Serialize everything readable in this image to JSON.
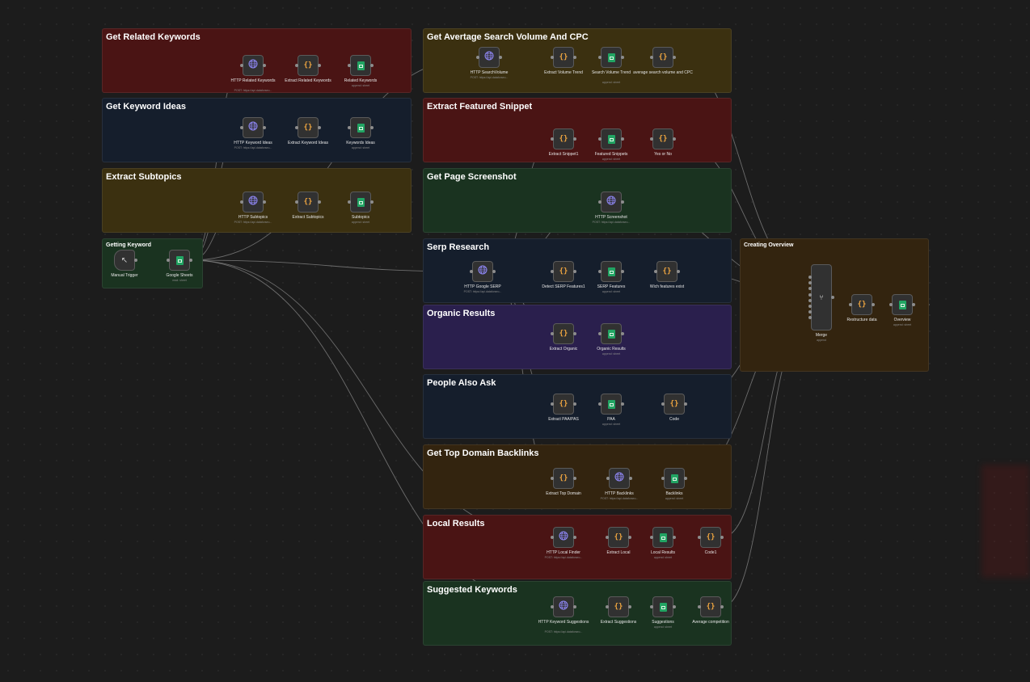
{
  "stickies": [
    {
      "id": "related",
      "title": "Get Related Keywords",
      "color": "#4a1414"
    },
    {
      "id": "ideas",
      "title": "Get Keyword Ideas",
      "color": "#151e2c"
    },
    {
      "id": "subtopics",
      "title": "Extract Subtopics",
      "color": "#3b3010"
    },
    {
      "id": "getting",
      "title": "Getting Keyword",
      "color": "#1a3320"
    },
    {
      "id": "volume",
      "title": "Get Avertage Search Volume And CPC",
      "color": "#3b3010"
    },
    {
      "id": "snippet",
      "title": "Extract Featured Snippet",
      "color": "#4a1414"
    },
    {
      "id": "screenshot",
      "title": "Get Page Screenshot",
      "color": "#1a3320"
    },
    {
      "id": "serp",
      "title": "Serp Research",
      "color": "#151e2c"
    },
    {
      "id": "organic",
      "title": "Organic Results",
      "color": "#2a1f4d"
    },
    {
      "id": "paa",
      "title": "People Also Ask",
      "color": "#151e2c"
    },
    {
      "id": "backlinks",
      "title": "Get Top Domain Backlinks",
      "color": "#33240f"
    },
    {
      "id": "local",
      "title": "Local Results",
      "color": "#4a1414"
    },
    {
      "id": "suggested",
      "title": "Suggested Keywords",
      "color": "#1a3320"
    },
    {
      "id": "overview",
      "title": "Creating Overview",
      "color": "#33240f"
    }
  ],
  "nodes": [
    {
      "id": "related_http",
      "icon": "globe-icon",
      "label": "HTTP Related Keywords",
      "sub": "POST: https://api.dataforseo..."
    },
    {
      "id": "related_extract",
      "icon": "code-icon",
      "label": "Extract Related Keywords",
      "sub": ""
    },
    {
      "id": "related_sheet",
      "icon": "sheet-icon",
      "label": "Related Keywords",
      "sub": "append: sheet"
    },
    {
      "id": "ideas_http",
      "icon": "globe-icon",
      "label": "HTTP Keyword Ideas",
      "sub": "POST: https://api.dataforseo..."
    },
    {
      "id": "ideas_extract",
      "icon": "code-icon",
      "label": "Extract Keyword Ideas",
      "sub": ""
    },
    {
      "id": "ideas_sheet",
      "icon": "sheet-icon",
      "label": "Keywords Ideas",
      "sub": "append: sheet"
    },
    {
      "id": "sub_http",
      "icon": "globe-icon",
      "label": "HTTP Subtopics",
      "sub": "POST: https://api.dataforseo..."
    },
    {
      "id": "sub_extract",
      "icon": "code-icon",
      "label": "Extract Subtopics",
      "sub": ""
    },
    {
      "id": "sub_sheet",
      "icon": "sheet-icon",
      "label": "Subtopics",
      "sub": "append: sheet"
    },
    {
      "id": "trigger",
      "icon": "cursor-icon",
      "label": "Manual Trigger",
      "sub": ""
    },
    {
      "id": "gsheets",
      "icon": "sheet-icon",
      "label": "Google Sheets",
      "sub": "read: sheet"
    },
    {
      "id": "vol_http",
      "icon": "globe-icon",
      "label": "HTTP SearchVolume",
      "sub": "POST: https://api.dataforseo..."
    },
    {
      "id": "vol_extract",
      "icon": "code-icon",
      "label": "Extract Volume Trend",
      "sub": ""
    },
    {
      "id": "vol_sheet",
      "icon": "sheet-icon",
      "label": "Search Volume Trend",
      "sub": "append: sheet"
    },
    {
      "id": "vol_avg",
      "icon": "code-icon",
      "label": "average search volume and CPC",
      "sub": ""
    },
    {
      "id": "snip_extract",
      "icon": "code-icon",
      "label": "Extract Snippet1",
      "sub": ""
    },
    {
      "id": "snip_sheet",
      "icon": "sheet-icon",
      "label": "Featured Snippets",
      "sub": "append: sheet"
    },
    {
      "id": "snip_yes",
      "icon": "code-icon",
      "label": "Yes or No",
      "sub": ""
    },
    {
      "id": "shot_http",
      "icon": "globe-icon",
      "label": "HTTP Screenshot",
      "sub": "POST: https://api.dataforseo..."
    },
    {
      "id": "serp_http",
      "icon": "globe-icon",
      "label": "HTTP Google SERP",
      "sub": "POST: https://api.dataforseo..."
    },
    {
      "id": "serp_detect",
      "icon": "code-icon",
      "label": "Detect SERP Features1",
      "sub": ""
    },
    {
      "id": "serp_sheet",
      "icon": "sheet-icon",
      "label": "SERP Features",
      "sub": "append: sheet"
    },
    {
      "id": "serp_wich",
      "icon": "code-icon",
      "label": "Wich features exist",
      "sub": ""
    },
    {
      "id": "org_extract",
      "icon": "code-icon",
      "label": "Extract Organic",
      "sub": ""
    },
    {
      "id": "org_sheet",
      "icon": "sheet-icon",
      "label": "Organic Results",
      "sub": "append: sheet"
    },
    {
      "id": "paa_extract",
      "icon": "code-icon",
      "label": "Extract PAA/PAS",
      "sub": ""
    },
    {
      "id": "paa_sheet",
      "icon": "sheet-icon",
      "label": "PAA",
      "sub": "append: sheet"
    },
    {
      "id": "paa_code",
      "icon": "code-icon",
      "label": "Code",
      "sub": ""
    },
    {
      "id": "bl_extract",
      "icon": "code-icon",
      "label": "Extract Top Domain",
      "sub": ""
    },
    {
      "id": "bl_http",
      "icon": "globe-icon",
      "label": "HTTP Backlinks",
      "sub": "POST: https://api.dataforseo..."
    },
    {
      "id": "bl_sheet",
      "icon": "sheet-icon",
      "label": "Backlinks",
      "sub": "append: sheet"
    },
    {
      "id": "loc_http",
      "icon": "globe-icon",
      "label": "HTTP Local Finder",
      "sub": "POST: https://api.dataforseo..."
    },
    {
      "id": "loc_extract",
      "icon": "code-icon",
      "label": "Extract Local",
      "sub": ""
    },
    {
      "id": "loc_sheet",
      "icon": "sheet-icon",
      "label": "Local Results",
      "sub": "append: sheet"
    },
    {
      "id": "loc_code",
      "icon": "code-icon",
      "label": "Code1",
      "sub": ""
    },
    {
      "id": "sug_http",
      "icon": "globe-icon",
      "label": "HTTP Keyword Suggestions",
      "sub": "POST: https://api.dataforseo..."
    },
    {
      "id": "sug_extract",
      "icon": "code-icon",
      "label": "Extract Suggestions",
      "sub": ""
    },
    {
      "id": "sug_sheet",
      "icon": "sheet-icon",
      "label": "Suggestions",
      "sub": "append: sheet"
    },
    {
      "id": "sug_avg",
      "icon": "code-icon",
      "label": "Average competition",
      "sub": ""
    },
    {
      "id": "merge",
      "icon": "merge-icon",
      "label": "Merge",
      "sub": "append"
    },
    {
      "id": "restructure",
      "icon": "code-icon",
      "label": "Restructure data",
      "sub": ""
    },
    {
      "id": "overview",
      "icon": "sheet-icon",
      "label": "Overview",
      "sub": "append: sheet"
    }
  ],
  "connections": [
    [
      "trigger",
      "gsheets"
    ],
    [
      "gsheets",
      "related_http"
    ],
    [
      "related_http",
      "related_extract"
    ],
    [
      "related_extract",
      "related_sheet"
    ],
    [
      "gsheets",
      "ideas_http"
    ],
    [
      "ideas_http",
      "ideas_extract"
    ],
    [
      "ideas_extract",
      "ideas_sheet"
    ],
    [
      "gsheets",
      "sub_http"
    ],
    [
      "sub_http",
      "sub_extract"
    ],
    [
      "sub_extract",
      "sub_sheet"
    ],
    [
      "gsheets",
      "vol_http"
    ],
    [
      "vol_http",
      "vol_extract"
    ],
    [
      "vol_extract",
      "vol_sheet"
    ],
    [
      "vol_sheet",
      "vol_avg"
    ],
    [
      "gsheets",
      "serp_http"
    ],
    [
      "serp_http",
      "snip_extract"
    ],
    [
      "snip_extract",
      "snip_sheet"
    ],
    [
      "snip_sheet",
      "snip_yes"
    ],
    [
      "serp_http",
      "shot_http"
    ],
    [
      "serp_http",
      "serp_detect"
    ],
    [
      "serp_detect",
      "serp_sheet"
    ],
    [
      "serp_sheet",
      "serp_wich"
    ],
    [
      "serp_http",
      "org_extract"
    ],
    [
      "org_extract",
      "org_sheet"
    ],
    [
      "serp_http",
      "paa_extract"
    ],
    [
      "paa_extract",
      "paa_sheet"
    ],
    [
      "paa_sheet",
      "paa_code"
    ],
    [
      "serp_http",
      "bl_extract"
    ],
    [
      "bl_extract",
      "bl_http"
    ],
    [
      "bl_http",
      "bl_sheet"
    ],
    [
      "gsheets",
      "loc_http"
    ],
    [
      "loc_http",
      "loc_extract"
    ],
    [
      "loc_extract",
      "loc_sheet"
    ],
    [
      "loc_sheet",
      "loc_code"
    ],
    [
      "gsheets",
      "sug_http"
    ],
    [
      "sug_http",
      "sug_extract"
    ],
    [
      "sug_extract",
      "sug_sheet"
    ],
    [
      "sug_sheet",
      "sug_avg"
    ],
    [
      "vol_avg",
      "merge"
    ],
    [
      "snip_yes",
      "merge"
    ],
    [
      "shot_http",
      "merge"
    ],
    [
      "serp_wich",
      "merge"
    ],
    [
      "paa_code",
      "merge"
    ],
    [
      "bl_sheet",
      "merge"
    ],
    [
      "loc_code",
      "merge"
    ],
    [
      "sug_avg",
      "merge"
    ],
    [
      "merge",
      "restructure"
    ],
    [
      "restructure",
      "overview"
    ]
  ],
  "colors": {
    "wire": "#7a7a7a",
    "port": "#8d8d8d",
    "node_bg": "#313131",
    "node_border": "#5a5a5a",
    "globe": "#8f87f5",
    "code": "#f0a640",
    "sheet": "#22a463"
  }
}
